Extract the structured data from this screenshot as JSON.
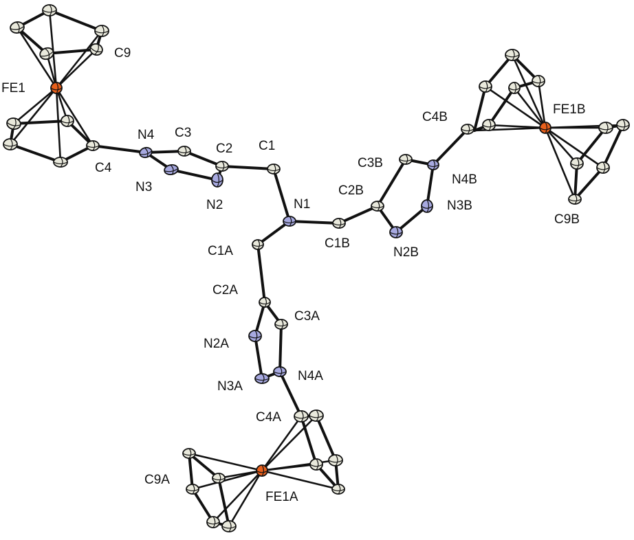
{
  "colors": {
    "carbon": "#e9e9dc",
    "nitrogen": "#a7a9e0",
    "iron": "#e8601c",
    "bond": "#111111",
    "background": "#ffffff"
  },
  "atom_labels": {
    "FE1": "FE1",
    "C9": "C9",
    "C4": "C4",
    "N4": "N4",
    "C3": "C3",
    "C2": "C2",
    "C1": "C1",
    "N3": "N3",
    "N2": "N2",
    "N1": "N1",
    "C1A": "C1A",
    "C2A": "C2A",
    "C3A": "C3A",
    "N2A": "N2A",
    "N3A": "N3A",
    "N4A": "N4A",
    "C4A": "C4A",
    "C9A": "C9A",
    "FE1A": "FE1A",
    "C1B": "C1B",
    "C2B": "C2B",
    "C3B": "C3B",
    "N2B": "N2B",
    "N3B": "N3B",
    "N4B": "N4B",
    "C4B": "C4B",
    "FE1B": "FE1B",
    "C9B": "C9B"
  }
}
